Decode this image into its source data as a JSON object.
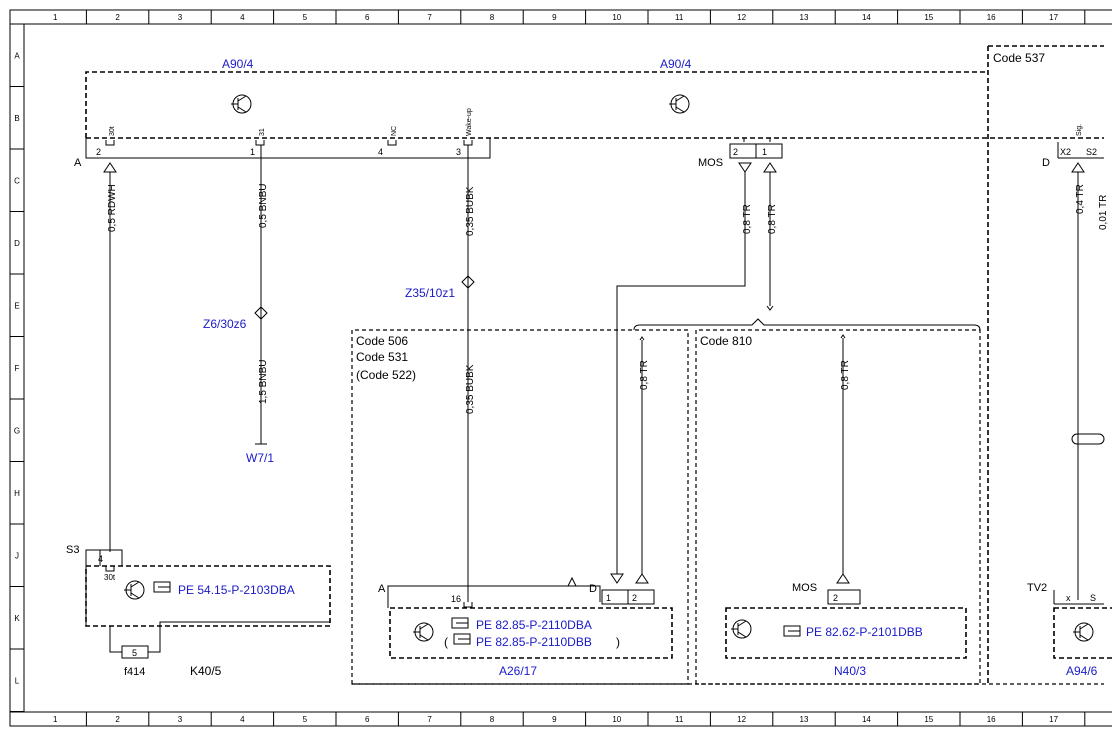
{
  "grid": {
    "columns": [
      "1",
      "2",
      "3",
      "4",
      "5",
      "6",
      "7",
      "8",
      "9",
      "10",
      "11",
      "12",
      "13",
      "14",
      "15",
      "16",
      "17"
    ],
    "rows": [
      "A",
      "B",
      "C",
      "D",
      "E",
      "F",
      "G",
      "H",
      "J",
      "K",
      "L"
    ]
  },
  "modules": {
    "a90_4_left": "A90/4",
    "a90_4_right": "A90/4",
    "code_537": "Code 537",
    "code_506": "Code 506",
    "code_531": "Code 531",
    "code_522": "(Code 522)",
    "code_810": "Code 810",
    "a26_17": "A26/17",
    "n40_3": "N40/3",
    "a94_6": "A94/6",
    "k40_5": "K40/5",
    "f414": "f414",
    "s3": "S3",
    "w7_1": "W7/1",
    "z6_30z6": "Z6/30z6",
    "z35_10z1": "Z35/10z1"
  },
  "connectors": {
    "a": "A",
    "mos_top": "MOS",
    "d_right": "D",
    "x2": "X2",
    "s2": "S2",
    "a_lower": "A",
    "d_lower": "D",
    "mos_lower": "MOS",
    "tv2": "TV2"
  },
  "pins": {
    "p2": "2",
    "p1": "1",
    "p4": "4",
    "p3": "3",
    "mos2": "2",
    "mos1": "1",
    "k4": "4",
    "k30t": "30t",
    "f5": "5",
    "a16": "16",
    "d1": "1",
    "d2": "2",
    "n2": "2",
    "tv_x": "x",
    "tv_s": "S"
  },
  "pin_names": {
    "p30t": "30t",
    "p31": "31",
    "pnc": "NC",
    "pwake": "Wake-up",
    "sig": "Sig."
  },
  "wires": {
    "w1": "0,5 RDWH",
    "w2": "0,5 BNBU",
    "w3": "1,5 BNBU",
    "w4": "0,35 BUBK",
    "w5": "0,35 BUBK",
    "w6": "0,8 TR",
    "w7": "0,8 TR",
    "w8": "0,8 TR",
    "w9": "0,8 TR",
    "w10": "0,4 TR",
    "w11": "0,01 TR"
  },
  "references": {
    "pe_54": "PE 54.15-P-2103DBA",
    "pe_82a": "PE 82.85-P-2110DBA",
    "pe_82b": "PE 82.85-P-2110DBB",
    "pe_paren_open": "(",
    "pe_paren_close": ")",
    "pe_8262": "PE 82.62-P-2101DBB"
  },
  "colors": {
    "link": "#1a1ac8",
    "line": "#000000"
  }
}
